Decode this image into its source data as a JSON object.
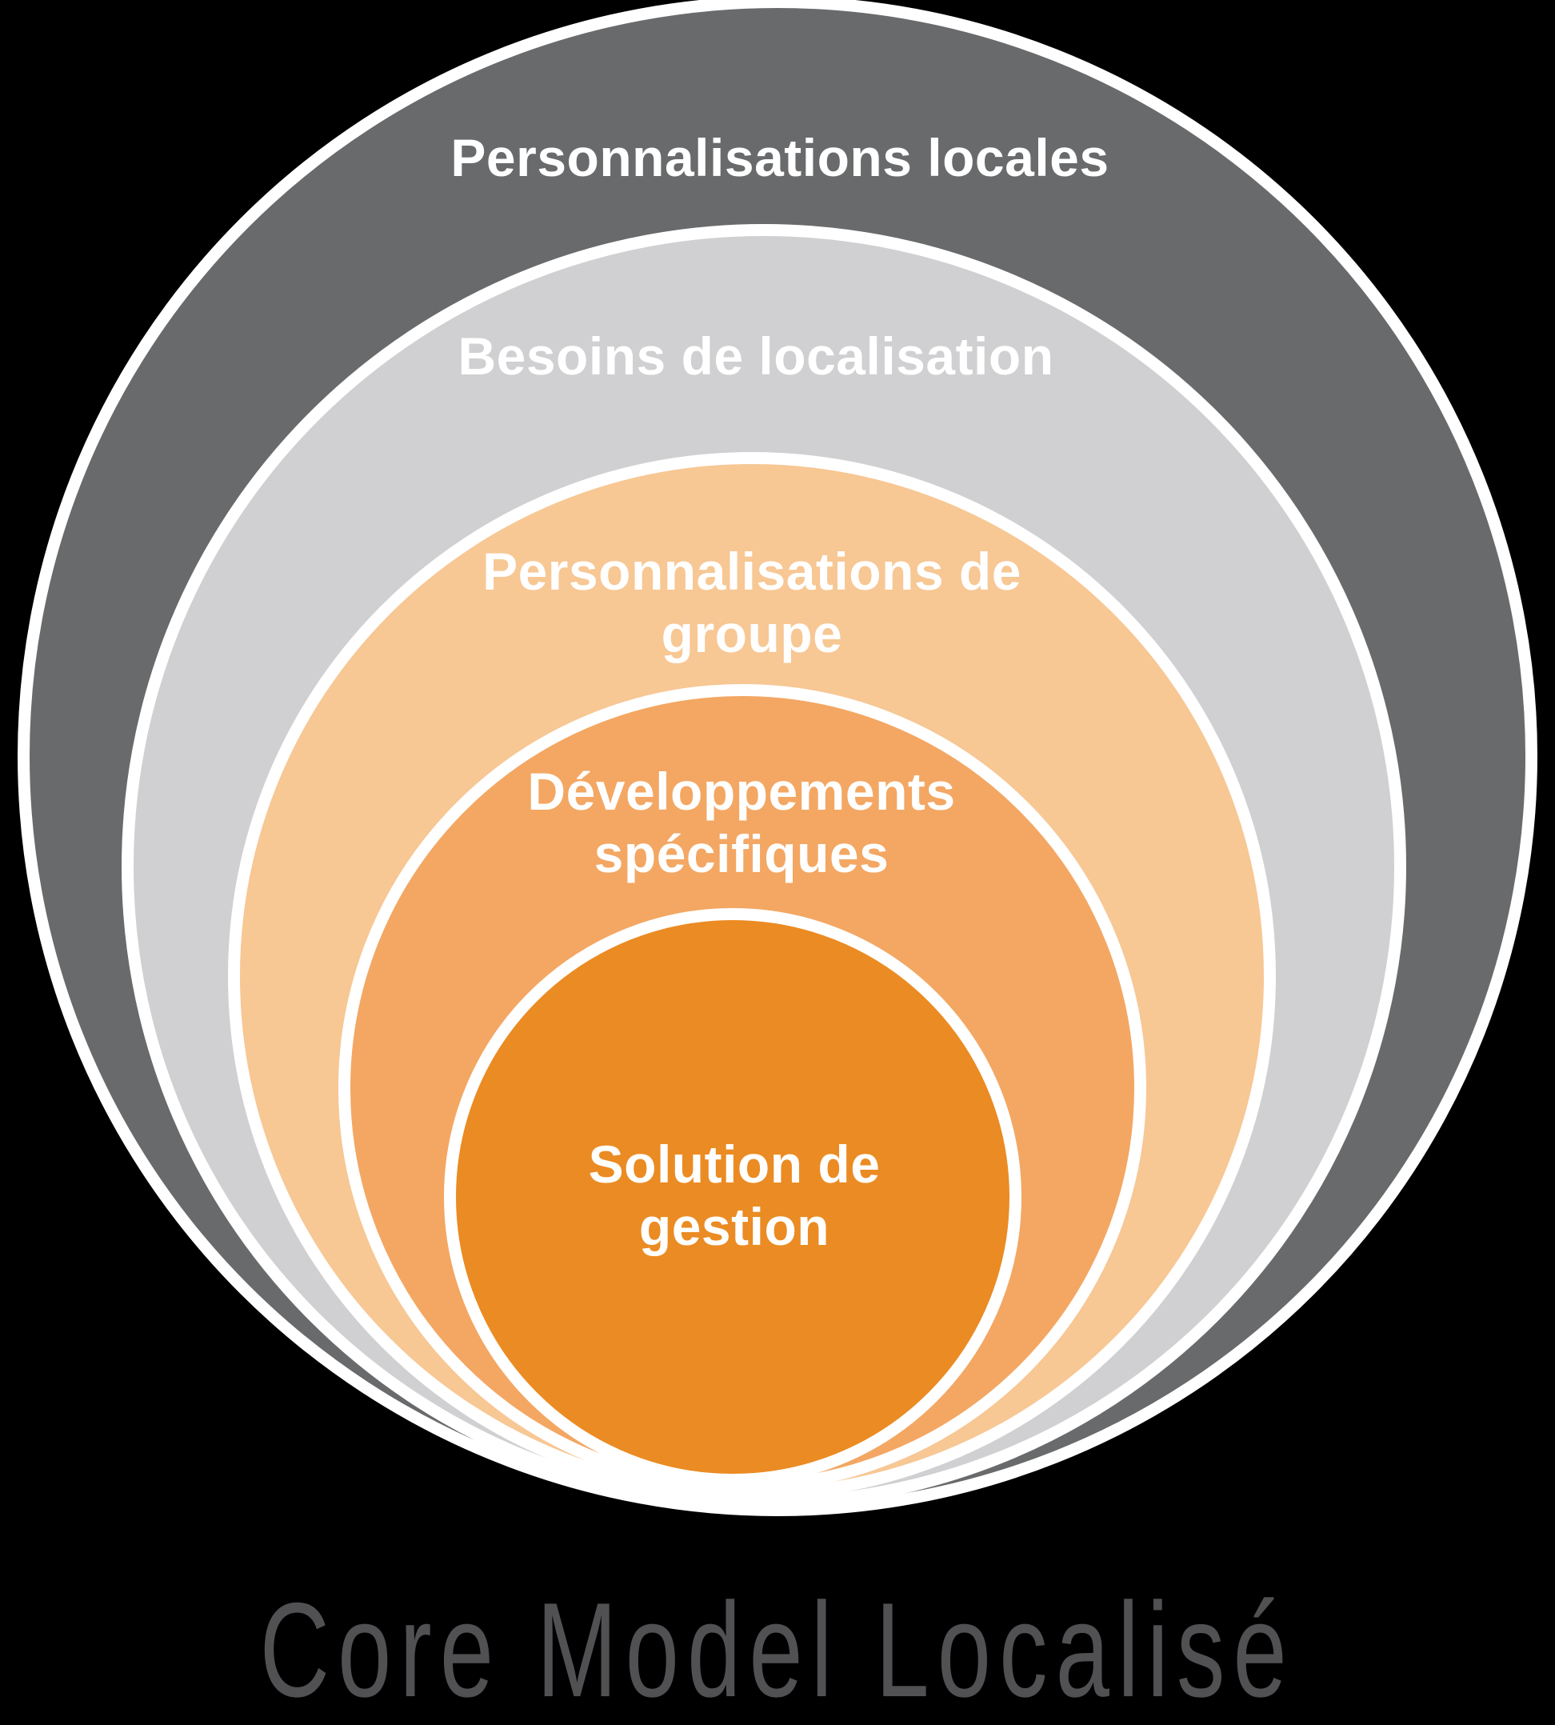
{
  "background": "#000000",
  "stroke_color": "#ffffff",
  "label_color": "#ffffff",
  "caption": {
    "text": "Core Model Localisé",
    "color": "#515154"
  },
  "layers": [
    {
      "name": "personnalisations-locales",
      "fill": "#696a6c",
      "lines": [
        "Personnalisations locales"
      ]
    },
    {
      "name": "besoins-de-localisation",
      "fill": "#d0d0d2",
      "lines": [
        "Besoins de localisation"
      ]
    },
    {
      "name": "personnalisations-de-groupe",
      "fill": "#f7c794",
      "lines": [
        "Personnalisations de",
        "groupe"
      ]
    },
    {
      "name": "developpements-specifiques",
      "fill": "#f3a763",
      "lines": [
        "Développements",
        "spécifiques"
      ]
    },
    {
      "name": "solution-de-gestion",
      "fill": "#eb8b23",
      "lines": [
        "Solution de",
        "gestion"
      ]
    }
  ]
}
